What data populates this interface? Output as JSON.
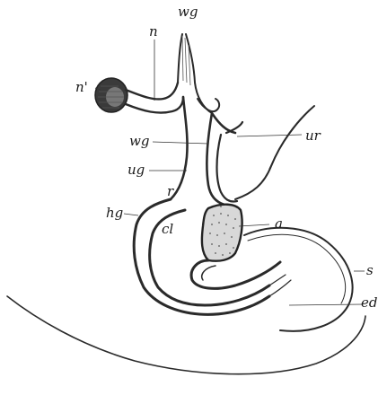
{
  "figure": {
    "labels": {
      "wg_top": "wg",
      "n": "n",
      "n_prime": "n'",
      "ur": "ur",
      "wg_mid": "wg",
      "ug": "ug",
      "r": "r",
      "hg": "hg",
      "cl": "cl",
      "a": "a",
      "s": "s",
      "ed": "ed"
    }
  }
}
